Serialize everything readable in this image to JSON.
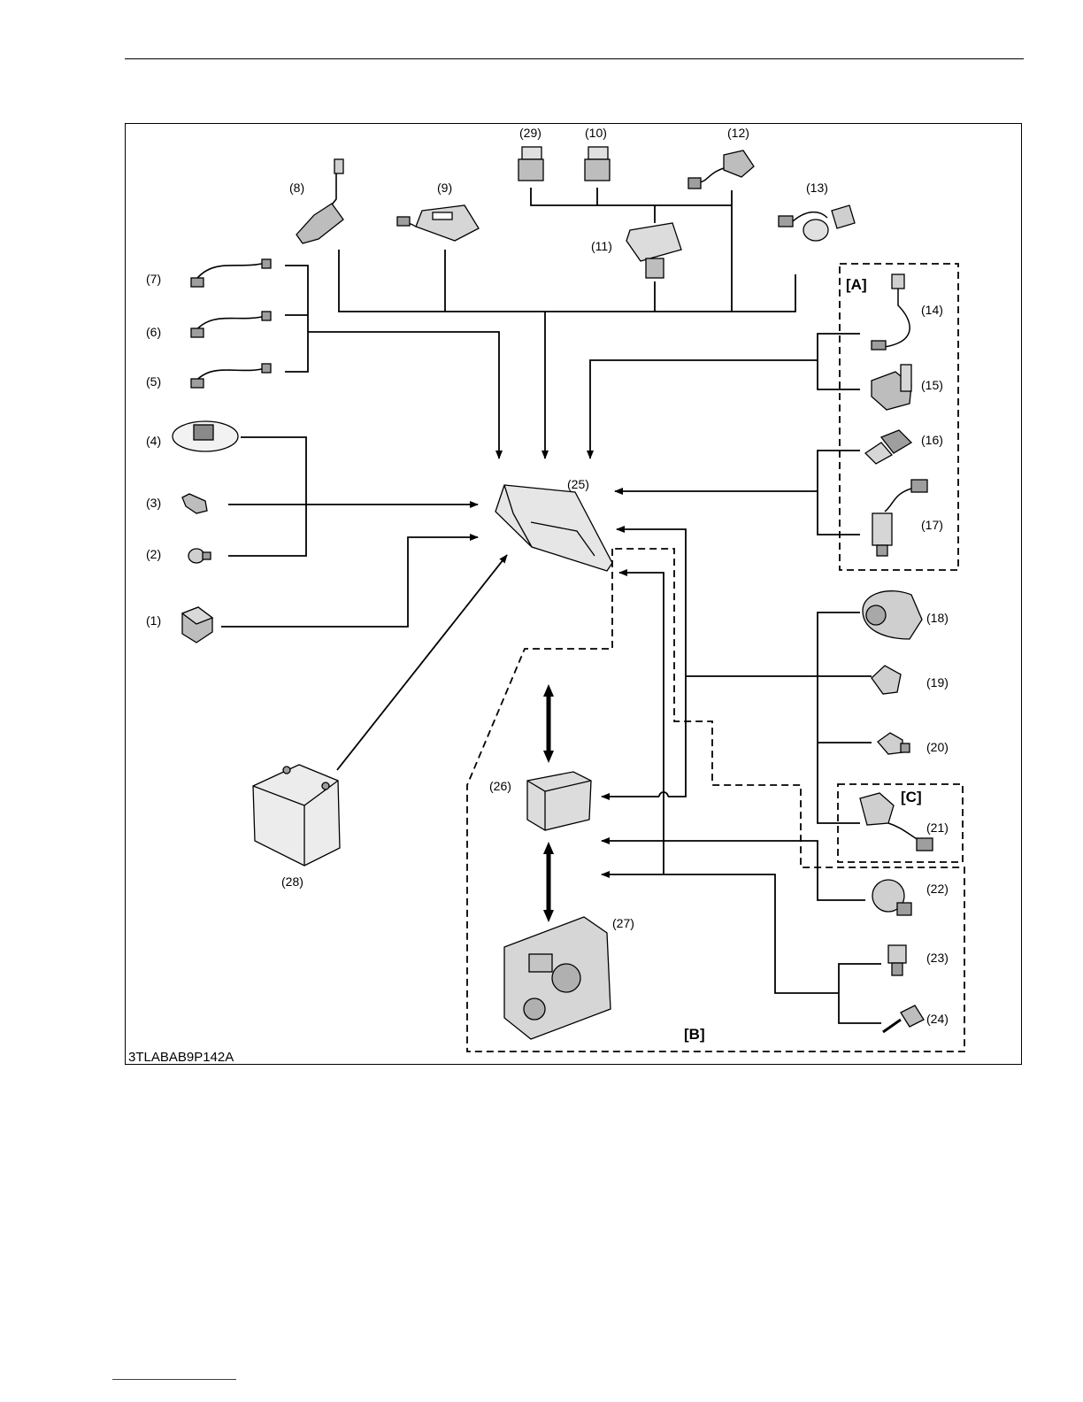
{
  "figure_code": "3TLABAB9P142A",
  "groups": {
    "A": "[A]",
    "B": "[B]",
    "C": "[C]"
  },
  "callouts": {
    "c1": "(1)",
    "c2": "(2)",
    "c3": "(3)",
    "c4": "(4)",
    "c5": "(5)",
    "c6": "(6)",
    "c7": "(7)",
    "c8": "(8)",
    "c9": "(9)",
    "c10": "(10)",
    "c11": "(11)",
    "c12": "(12)",
    "c13": "(13)",
    "c14": "(14)",
    "c15": "(15)",
    "c16": "(16)",
    "c17": "(17)",
    "c18": "(18)",
    "c19": "(19)",
    "c20": "(20)",
    "c21": "(21)",
    "c22": "(22)",
    "c23": "(23)",
    "c24": "(24)",
    "c25": "(25)",
    "c26": "(26)",
    "c27": "(27)",
    "c28": "(28)",
    "c29": "(29)"
  }
}
